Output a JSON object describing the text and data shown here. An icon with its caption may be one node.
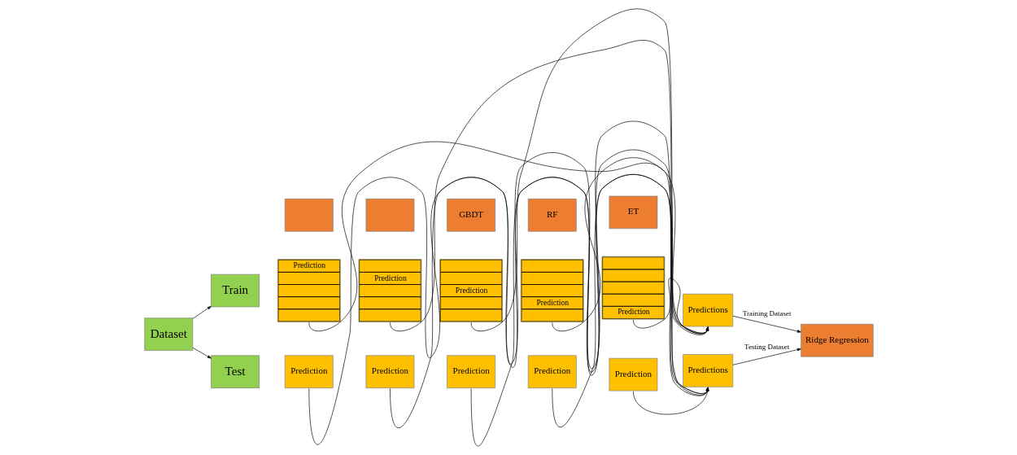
{
  "diagram": {
    "nodes": [
      {
        "text": [
          "Dataset"
        ]
      },
      {
        "text": [
          "Train"
        ]
      },
      {
        "text": [
          "Test"
        ]
      },
      {
        "text": [],
        "shape": "box"
      },
      {
        "text": [],
        "shape": "box"
      },
      {
        "text": [
          "GBDT"
        ]
      },
      {
        "text": [
          "RF"
        ]
      },
      {
        "text": [
          "ET"
        ]
      },
      {
        "text": [
          "Prediction"
        ]
      },
      {
        "text": [
          "Prediction"
        ]
      },
      {
        "text": [
          "Prediction"
        ]
      },
      {
        "text": [
          "Prediction"
        ]
      },
      {
        "text": [
          "Prediction"
        ]
      },
      {
        "text": [
          "Predictions"
        ]
      },
      {
        "text": [
          "Prediction"
        ]
      },
      {
        "text": [
          "Prediction"
        ]
      },
      {
        "text": [
          "Prediction"
        ]
      },
      {
        "text": [
          "Prediction"
        ]
      },
      {
        "text": [
          "Prediction"
        ]
      },
      {
        "text": [
          "Predictions"
        ]
      },
      {
        "text": [
          "Ridge Regression"
        ]
      }
    ],
    "edges": [
      {
        "from": 0,
        "to": 1,
        "arrow": "to"
      },
      {
        "from": 0,
        "to": 2,
        "arrow": "to"
      },
      {
        "from": 8,
        "to": 13,
        "arrow": "to"
      },
      {
        "from": 9,
        "to": 13,
        "arrow": "to"
      },
      {
        "from": 10,
        "to": 13,
        "arrow": "to"
      },
      {
        "from": 11,
        "to": 13,
        "arrow": "to"
      },
      {
        "from": 12,
        "to": 13,
        "arrow": "to"
      },
      {
        "from": 14,
        "to": 19,
        "arrow": "to"
      },
      {
        "from": 15,
        "to": 19,
        "arrow": "to"
      },
      {
        "from": 16,
        "to": 19,
        "arrow": "to"
      },
      {
        "from": 17,
        "to": 19,
        "arrow": "to"
      },
      {
        "from": 18,
        "to": 19,
        "arrow": "to"
      },
      {
        "from": 19,
        "to": 20,
        "arrow": "to",
        "label": "Testing Dataset"
      },
      {
        "from": 13,
        "to": 20,
        "arrow": "to",
        "label": "Training Dataset"
      }
    ]
  }
}
